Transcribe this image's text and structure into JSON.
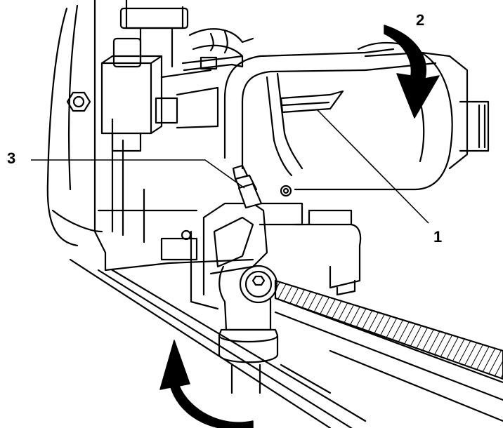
{
  "callouts": {
    "one": "1",
    "two": "2",
    "three": "3"
  },
  "colors": {
    "line": "#000000",
    "shade": "#555555",
    "background": "#ffffff"
  }
}
